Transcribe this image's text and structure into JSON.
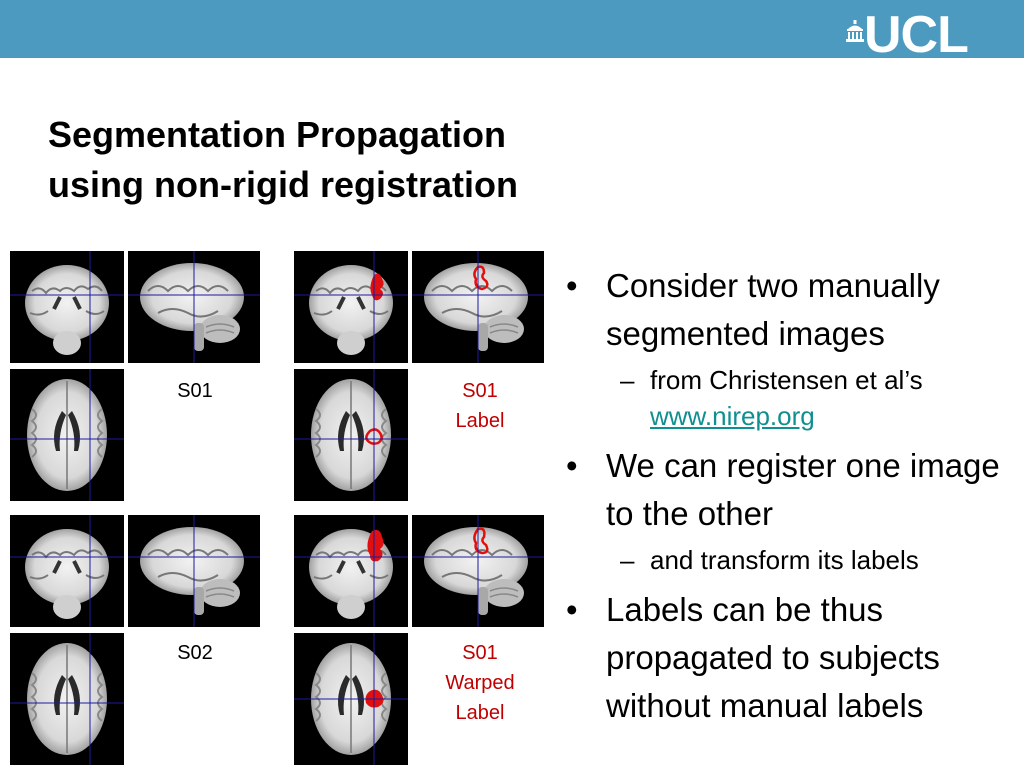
{
  "header": {
    "logo_text": "UCL",
    "logo_icon": "portico-icon",
    "bar_color": "#4c9ac0"
  },
  "title": {
    "line1": "Segmentation Propagation",
    "line2": "using non-rigid registration"
  },
  "figure": {
    "caption_s01": "S01",
    "caption_s01_label_l1": "S01",
    "caption_s01_label_l2": "Label",
    "caption_s02": "S02",
    "caption_warped_l1": "S01",
    "caption_warped_l2": "Warped",
    "caption_warped_l3": "Label",
    "label_color": "#c00000",
    "crosshair_color": "#1a1aa0"
  },
  "bullets": {
    "b1": "Consider two manually segmented images",
    "b1_sub_text": "from Christensen et al’s",
    "b1_sub_link": "www.nirep.org",
    "b2": "We can register one image to the other",
    "b2_sub": "and transform its labels",
    "b3": "Labels can be thus propagated to subjects without manual labels"
  }
}
